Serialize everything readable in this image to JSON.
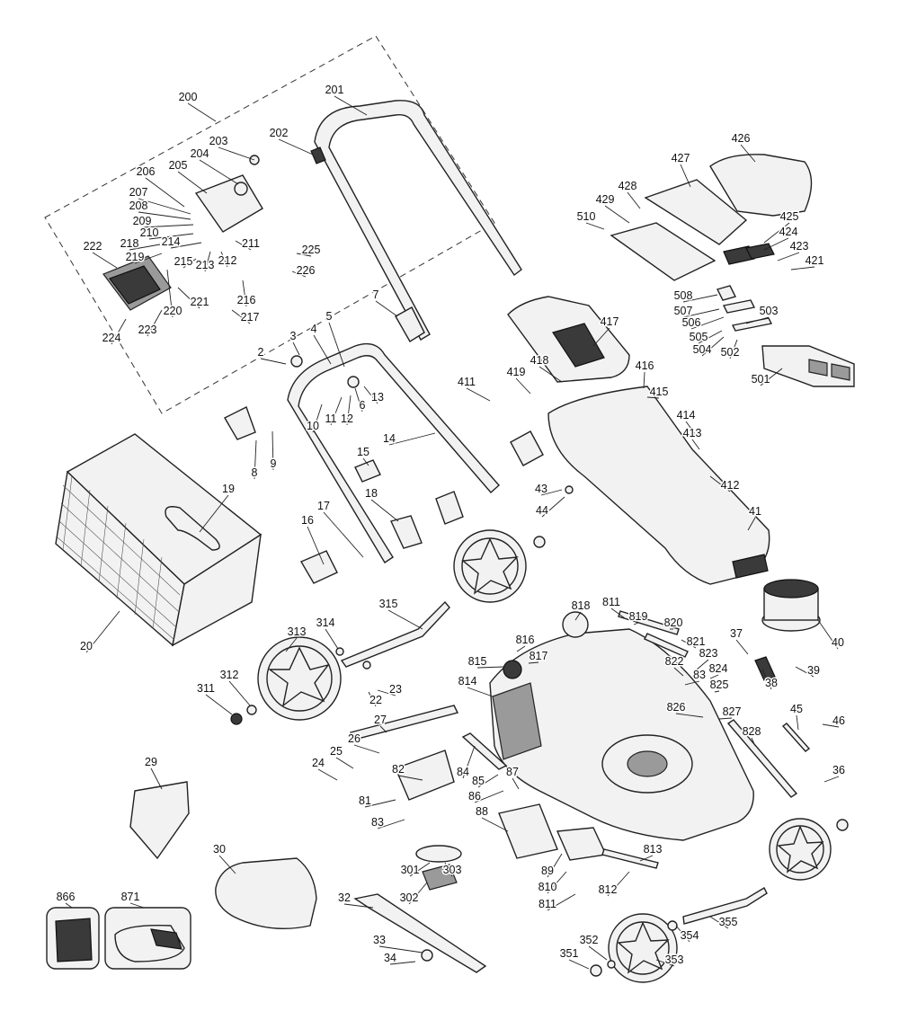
{
  "diagram": {
    "callouts": [
      {
        "id": "c200",
        "text": "200"
      },
      {
        "id": "c201",
        "text": "201"
      },
      {
        "id": "c202",
        "text": "202"
      },
      {
        "id": "c203",
        "text": "203"
      },
      {
        "id": "c204",
        "text": "204"
      },
      {
        "id": "c205",
        "text": "205"
      },
      {
        "id": "c206",
        "text": "206"
      },
      {
        "id": "c207",
        "text": "207"
      },
      {
        "id": "c208",
        "text": "208"
      },
      {
        "id": "c209",
        "text": "209"
      },
      {
        "id": "c210",
        "text": "210"
      },
      {
        "id": "c211",
        "text": "211"
      },
      {
        "id": "c212",
        "text": "212"
      },
      {
        "id": "c213",
        "text": "213"
      },
      {
        "id": "c214",
        "text": "214"
      },
      {
        "id": "c215",
        "text": "215"
      },
      {
        "id": "c216",
        "text": "216"
      },
      {
        "id": "c217",
        "text": "217"
      },
      {
        "id": "c218",
        "text": "218"
      },
      {
        "id": "c219",
        "text": "219"
      },
      {
        "id": "c220",
        "text": "220"
      },
      {
        "id": "c221",
        "text": "221"
      },
      {
        "id": "c222",
        "text": "222"
      },
      {
        "id": "c223",
        "text": "223"
      },
      {
        "id": "c224",
        "text": "224"
      },
      {
        "id": "c225",
        "text": "225"
      },
      {
        "id": "c226",
        "text": "226"
      },
      {
        "id": "c2",
        "text": "2"
      },
      {
        "id": "c3",
        "text": "3"
      },
      {
        "id": "c4",
        "text": "4"
      },
      {
        "id": "c5",
        "text": "5"
      },
      {
        "id": "c6",
        "text": "6"
      },
      {
        "id": "c7",
        "text": "7"
      },
      {
        "id": "c8",
        "text": "8"
      },
      {
        "id": "c9",
        "text": "9"
      },
      {
        "id": "c10",
        "text": "10"
      },
      {
        "id": "c11",
        "text": "11"
      },
      {
        "id": "c12",
        "text": "12"
      },
      {
        "id": "c13",
        "text": "13"
      },
      {
        "id": "c14",
        "text": "14"
      },
      {
        "id": "c15",
        "text": "15"
      },
      {
        "id": "c16",
        "text": "16"
      },
      {
        "id": "c17",
        "text": "17"
      },
      {
        "id": "c18",
        "text": "18"
      },
      {
        "id": "c19",
        "text": "19"
      },
      {
        "id": "c20",
        "text": "20"
      },
      {
        "id": "c22",
        "text": "22"
      },
      {
        "id": "c23",
        "text": "23"
      },
      {
        "id": "c24",
        "text": "24"
      },
      {
        "id": "c25",
        "text": "25"
      },
      {
        "id": "c26",
        "text": "26"
      },
      {
        "id": "c27",
        "text": "27"
      },
      {
        "id": "c29",
        "text": "29"
      },
      {
        "id": "c30",
        "text": "30"
      },
      {
        "id": "c32",
        "text": "32"
      },
      {
        "id": "c33",
        "text": "33"
      },
      {
        "id": "c34",
        "text": "34"
      },
      {
        "id": "c36",
        "text": "36"
      },
      {
        "id": "c37",
        "text": "37"
      },
      {
        "id": "c38",
        "text": "38"
      },
      {
        "id": "c39",
        "text": "39"
      },
      {
        "id": "c40",
        "text": "40"
      },
      {
        "id": "c41",
        "text": "41"
      },
      {
        "id": "c43",
        "text": "43"
      },
      {
        "id": "c44",
        "text": "44"
      },
      {
        "id": "c45",
        "text": "45"
      },
      {
        "id": "c46",
        "text": "46"
      },
      {
        "id": "c81",
        "text": "81"
      },
      {
        "id": "c82",
        "text": "82"
      },
      {
        "id": "c83a",
        "text": "83"
      },
      {
        "id": "c83b",
        "text": "83"
      },
      {
        "id": "c84",
        "text": "84"
      },
      {
        "id": "c85",
        "text": "85"
      },
      {
        "id": "c86",
        "text": "86"
      },
      {
        "id": "c87",
        "text": "87"
      },
      {
        "id": "c88",
        "text": "88"
      },
      {
        "id": "c89",
        "text": "89"
      },
      {
        "id": "c301",
        "text": "301"
      },
      {
        "id": "c302",
        "text": "302"
      },
      {
        "id": "c303",
        "text": "303"
      },
      {
        "id": "c311",
        "text": "311"
      },
      {
        "id": "c312",
        "text": "312"
      },
      {
        "id": "c313",
        "text": "313"
      },
      {
        "id": "c314",
        "text": "314"
      },
      {
        "id": "c315",
        "text": "315"
      },
      {
        "id": "c351",
        "text": "351"
      },
      {
        "id": "c352",
        "text": "352"
      },
      {
        "id": "c353",
        "text": "353"
      },
      {
        "id": "c354",
        "text": "354"
      },
      {
        "id": "c355",
        "text": "355"
      },
      {
        "id": "c411",
        "text": "411"
      },
      {
        "id": "c412",
        "text": "412"
      },
      {
        "id": "c413",
        "text": "413"
      },
      {
        "id": "c414",
        "text": "414"
      },
      {
        "id": "c415",
        "text": "415"
      },
      {
        "id": "c416",
        "text": "416"
      },
      {
        "id": "c417",
        "text": "417"
      },
      {
        "id": "c418",
        "text": "418"
      },
      {
        "id": "c419",
        "text": "419"
      },
      {
        "id": "c421",
        "text": "421"
      },
      {
        "id": "c423",
        "text": "423"
      },
      {
        "id": "c424",
        "text": "424"
      },
      {
        "id": "c425",
        "text": "425"
      },
      {
        "id": "c426",
        "text": "426"
      },
      {
        "id": "c427",
        "text": "427"
      },
      {
        "id": "c428",
        "text": "428"
      },
      {
        "id": "c429",
        "text": "429"
      },
      {
        "id": "c501",
        "text": "501"
      },
      {
        "id": "c502",
        "text": "502"
      },
      {
        "id": "c503",
        "text": "503"
      },
      {
        "id": "c504",
        "text": "504"
      },
      {
        "id": "c505",
        "text": "505"
      },
      {
        "id": "c506",
        "text": "506"
      },
      {
        "id": "c507",
        "text": "507"
      },
      {
        "id": "c508",
        "text": "508"
      },
      {
        "id": "c510",
        "text": "510"
      },
      {
        "id": "c810",
        "text": "810"
      },
      {
        "id": "c811a",
        "text": "811"
      },
      {
        "id": "c811b",
        "text": "811"
      },
      {
        "id": "c812",
        "text": "812"
      },
      {
        "id": "c813",
        "text": "813"
      },
      {
        "id": "c814",
        "text": "814"
      },
      {
        "id": "c815",
        "text": "815"
      },
      {
        "id": "c816",
        "text": "816"
      },
      {
        "id": "c817",
        "text": "817"
      },
      {
        "id": "c818",
        "text": "818"
      },
      {
        "id": "c819",
        "text": "819"
      },
      {
        "id": "c820",
        "text": "820"
      },
      {
        "id": "c821",
        "text": "821"
      },
      {
        "id": "c822",
        "text": "822"
      },
      {
        "id": "c823",
        "text": "823"
      },
      {
        "id": "c824",
        "text": "824"
      },
      {
        "id": "c825",
        "text": "825"
      },
      {
        "id": "c826",
        "text": "826"
      },
      {
        "id": "c827",
        "text": "827"
      },
      {
        "id": "c828",
        "text": "828"
      },
      {
        "id": "c866",
        "text": "866"
      },
      {
        "id": "c871",
        "text": "871"
      }
    ]
  }
}
